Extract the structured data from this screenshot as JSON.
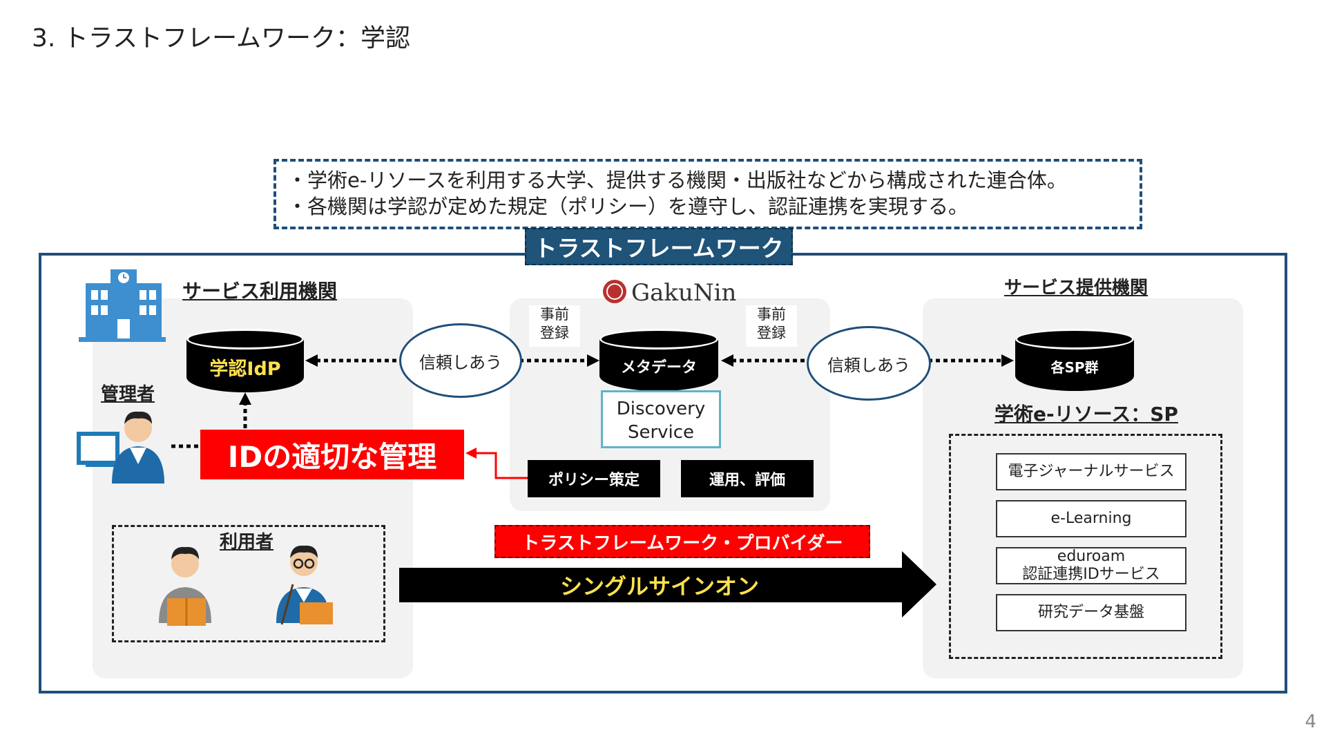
{
  "title": "3. トラストフレームワーク：学認",
  "page_number": "4",
  "intro": {
    "line1": "・学術e-リソースを利用する大学、提供する機関・出版社などから構成された連合体。",
    "line2": "・各機関は学認が定めた規定（ポリシー）を遵守し、認証連携を実現する。"
  },
  "framework_label": "トラストフレームワーク",
  "left": {
    "title": "サービス利用機関",
    "idp_label": "学認IdP",
    "admin_label": "管理者",
    "id_management": "IDの適切な管理",
    "users_label": "利用者"
  },
  "center": {
    "logo_text": "GakuNin",
    "pre_register_left": [
      "事前",
      "登録"
    ],
    "pre_register_right": [
      "事前",
      "登録"
    ],
    "metadata_label": "メタデータ",
    "discovery_line1": "Discovery",
    "discovery_line2": "Service",
    "policy_label": "ポリシー策定",
    "ops_label": "運用、評価"
  },
  "trust_left": "信頼しあう",
  "trust_right": "信頼しあう",
  "provider_label": "トラストフレームワーク・プロバイダー",
  "sso_label": "シングルサインオン",
  "right": {
    "title": "サービス提供機関",
    "sp_group_label": "各SP群",
    "sp_title": "学術e-リソース：SP",
    "sp_items": [
      "電子ジャーナルサービス",
      "e-Learning",
      "eduroam",
      "認証連携IDサービス",
      "研究データ基盤"
    ]
  },
  "colors": {
    "frame_blue": "#1f4e79",
    "red": "#ff0000",
    "yellow": "#ffe14d",
    "panel_gray": "#f2f2f2"
  }
}
